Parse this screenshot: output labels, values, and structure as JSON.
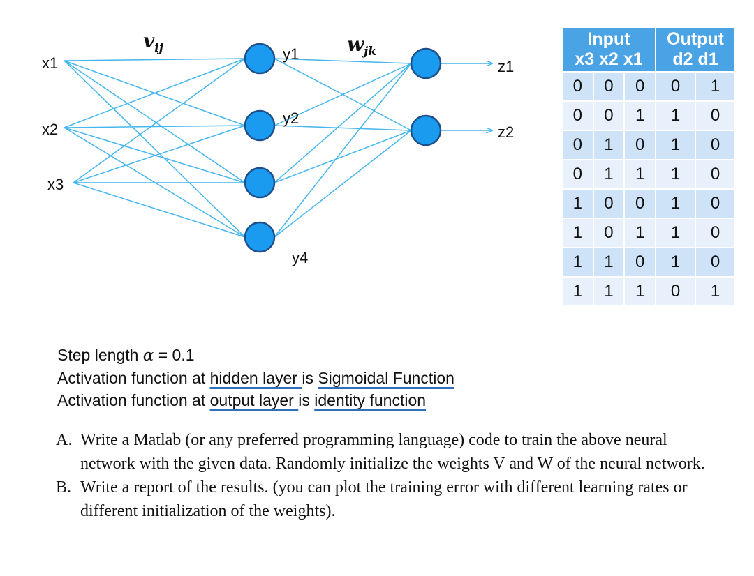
{
  "network": {
    "inputs": [
      "x1",
      "x2",
      "x3"
    ],
    "hidden": [
      "y1",
      "y2",
      "",
      "y4"
    ],
    "outputs": [
      "z1",
      "z2"
    ],
    "weights_input_hidden": "v",
    "weights_input_hidden_sub": "ij",
    "weights_hidden_output": "w",
    "weights_hidden_output_sub": "jk",
    "colors": {
      "node": "#1a9bef",
      "node_stroke": "#1e4f8c",
      "edge": "#45b6ee"
    }
  },
  "table": {
    "header_groups": [
      {
        "line1": "Input",
        "line2": "x3 x2 x1"
      },
      {
        "line1": "Output",
        "line2": "d2 d1"
      }
    ],
    "rows": [
      [
        "0",
        "0",
        "0",
        "0",
        "1"
      ],
      [
        "0",
        "0",
        "1",
        "1",
        "0"
      ],
      [
        "0",
        "1",
        "0",
        "1",
        "0"
      ],
      [
        "0",
        "1",
        "1",
        "1",
        "0"
      ],
      [
        "1",
        "0",
        "0",
        "1",
        "0"
      ],
      [
        "1",
        "0",
        "1",
        "1",
        "0"
      ],
      [
        "1",
        "1",
        "0",
        "1",
        "0"
      ],
      [
        "1",
        "1",
        "1",
        "0",
        "1"
      ]
    ]
  },
  "params": {
    "step_prefix": "Step length ",
    "alpha": "α",
    "step_suffix": " = 0.1",
    "act1_prefix": "Activation function at ",
    "act1_layer": "hidden layer ",
    "act1_mid": "is ",
    "act1_func": "Sigmoidal Function",
    "act2_prefix": "Activation function at ",
    "act2_layer": "output layer ",
    "act2_mid": "is ",
    "act2_func": "identity function"
  },
  "tasks": [
    {
      "mark": "A.",
      "text": "Write a Matlab (or any preferred programming language) code to train the above neural network with the given data. Randomly initialize the weights V and W of the neural network."
    },
    {
      "mark": "B.",
      "text": "Write a report of the results. (you can plot the training error with different learning rates or different initialization of the weights)."
    }
  ]
}
